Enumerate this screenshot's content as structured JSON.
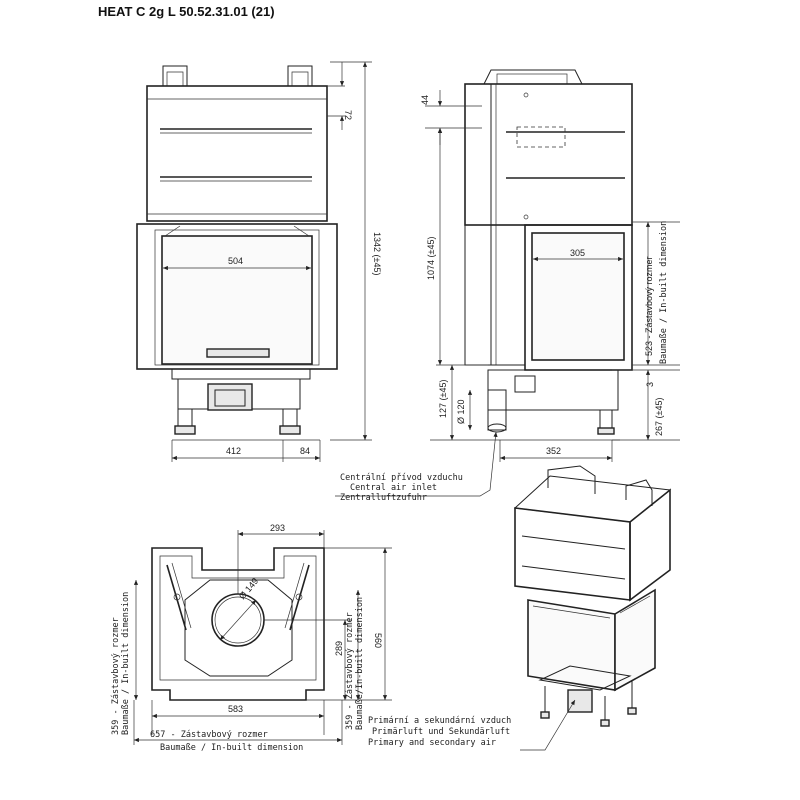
{
  "title": "HEAT C 2g L 50.52.31.01 (21)",
  "front": {
    "dims": {
      "d72": "72",
      "d1342": "1342 (±45)",
      "d504": "504",
      "d412": "412",
      "d84": "84"
    }
  },
  "side": {
    "dims": {
      "d44": "44",
      "d1074": "1074 (±45)",
      "d127": "127 (±45)",
      "d120": "Ø 120",
      "d305": "305",
      "d352": "352",
      "d523": "523 - Zástavbový rozmer",
      "d523b": "Baumaße / In-built dimension",
      "d3": "3",
      "d267": "267 (±45)"
    },
    "air_inlet": {
      "cz": "Centrální přívod vzduchu",
      "en": "Central air inlet",
      "de": "Zentralluftzufuhr"
    }
  },
  "plan": {
    "dims": {
      "d293": "293",
      "d149": "Ø 149",
      "d560": "560",
      "d289": "289",
      "d583": "583",
      "d657": "657 - Zástavbový rozmer",
      "d657b": "Baumaße / In-built dimension",
      "d359l": "359 - Zástavbový rozmer",
      "d359lb": "Baumaße / In-built dimension",
      "d359r": "359 - Zástavbový rozmer",
      "d359rb": "Baumaße/In-built dimension"
    }
  },
  "iso": {
    "primary_air": {
      "cz": "Primární a sekundární vzduch",
      "de": "Primärluft und Sekundärluft",
      "en": "Primary and secondary air"
    }
  }
}
